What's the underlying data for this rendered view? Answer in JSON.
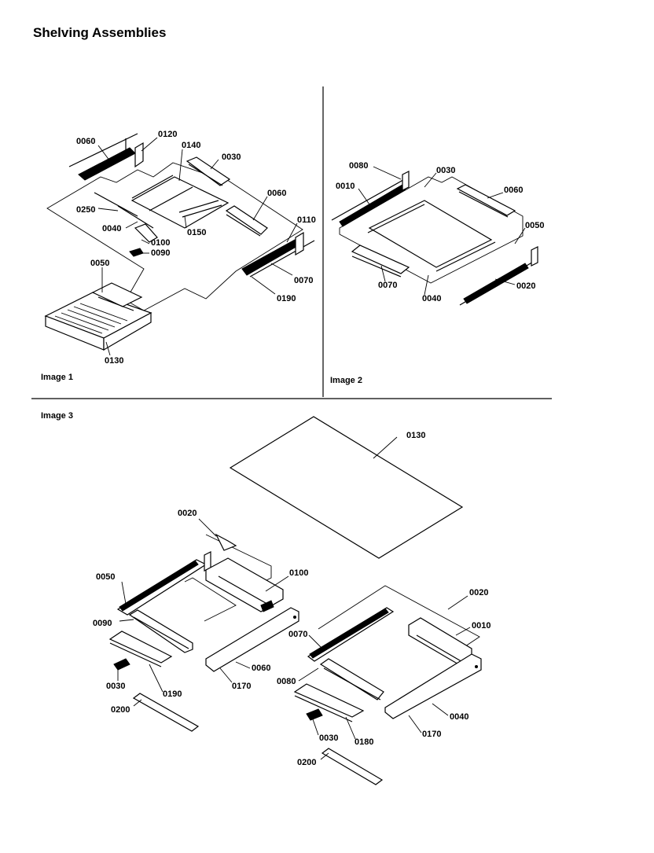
{
  "title": "Shelving Assemblies",
  "panels": [
    {
      "caption": "Image 1",
      "labels": [
        "0060",
        "0120",
        "0140",
        "0030",
        "0250",
        "0060",
        "0040",
        "0100",
        "0090",
        "0150",
        "0110",
        "0070",
        "0190",
        "0050",
        "0130"
      ]
    },
    {
      "caption": "Image 2",
      "labels": [
        "0080",
        "0030",
        "0010",
        "0060",
        "0050",
        "0070",
        "0040",
        "0020"
      ]
    },
    {
      "caption": "Image 3",
      "labels": [
        "0130",
        "0020",
        "0050",
        "0100",
        "0090",
        "0060",
        "0030",
        "0190",
        "0170",
        "0200",
        "0020",
        "0010",
        "0070",
        "0080",
        "0040",
        "0170",
        "0030",
        "0180",
        "0200"
      ]
    }
  ]
}
